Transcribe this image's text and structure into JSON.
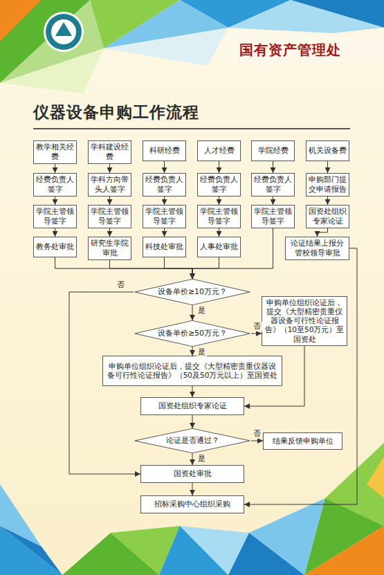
{
  "diagram": {
    "title": "仪器设备申购工作流程",
    "nodes": [
      {
        "text": [
          "教学相关经费"
        ]
      },
      {
        "text": [
          "学科建设经费"
        ]
      },
      {
        "text": [
          "科研经费"
        ]
      },
      {
        "text": [
          "人才经费"
        ]
      },
      {
        "text": [
          "学院经费"
        ]
      },
      {
        "text": [
          "机关设备费"
        ]
      },
      {
        "text": [
          "经费负责人签字"
        ]
      },
      {
        "text": [
          "学科方向带头人签字"
        ]
      },
      {
        "text": [
          "经费负责人签字"
        ]
      },
      {
        "text": [
          "经费负责人签字"
        ]
      },
      {
        "text": [
          "经费负责人签字"
        ]
      },
      {
        "text": [
          "申购部门提交申请报告"
        ]
      },
      {
        "text": [
          "学院主管领导签字"
        ]
      },
      {
        "text": [
          "学院主管领导签字"
        ]
      },
      {
        "text": [
          "学院主管领导签字"
        ]
      },
      {
        "text": [
          "学院主管领导签字"
        ]
      },
      {
        "text": [
          "学院主管领导签字"
        ]
      },
      {
        "text": [
          "国资处组织专家论证"
        ]
      },
      {
        "text": [
          "教务处审批"
        ]
      },
      {
        "text": [
          "研究生学院审批"
        ]
      },
      {
        "text": [
          "科技处审批"
        ]
      },
      {
        "text": [
          "人事处审批"
        ]
      },
      {
        "text": [
          "论证结果上报分管校领导审批"
        ]
      },
      {
        "text": [
          "设备单价≥10万元？"
        ]
      },
      {
        "text": [
          "申购单位组织论证后，提交《大型精密贵重仪器设备可行性论证报告》（10至50万元）至国资处"
        ]
      },
      {
        "text": [
          "设备单价≥50万元？"
        ]
      },
      {
        "text": [
          "申购单位组织论证后，提交《大型精密贵重仪器设备可行性论证报告》（50及50万元以上）至国资处"
        ]
      },
      {
        "text": [
          "国资处组织专家论证"
        ]
      },
      {
        "text": [
          "论证是否通过？"
        ]
      },
      {
        "text": [
          "结果反馈申购单位"
        ]
      },
      {
        "text": [
          "国资处审批"
        ]
      },
      {
        "text": [
          "招标采购中心组织采购"
        ]
      }
    ],
    "edges": [
      {
        "from": 0,
        "to": 6,
        "arrow": "to"
      },
      {
        "from": 6,
        "to": 12,
        "arrow": "to"
      },
      {
        "from": 12,
        "to": 18,
        "arrow": "to"
      },
      {
        "from": 1,
        "to": 7,
        "arrow": "to"
      },
      {
        "from": 7,
        "to": 13,
        "arrow": "to"
      },
      {
        "from": 13,
        "to": 19,
        "arrow": "to"
      },
      {
        "from": 2,
        "to": 8,
        "arrow": "to"
      },
      {
        "from": 8,
        "to": 14,
        "arrow": "to"
      },
      {
        "from": 14,
        "to": 20,
        "arrow": "to"
      },
      {
        "from": 3,
        "to": 9,
        "arrow": "to"
      },
      {
        "from": 9,
        "to": 15,
        "arrow": "to"
      },
      {
        "from": 15,
        "to": 21,
        "arrow": "to"
      },
      {
        "from": 4,
        "to": 10,
        "arrow": "to"
      },
      {
        "from": 10,
        "to": 16,
        "arrow": "to"
      },
      {
        "from": 5,
        "to": 11,
        "arrow": "to"
      },
      {
        "from": 11,
        "to": 17,
        "arrow": "to"
      },
      {
        "from": 17,
        "to": 22,
        "arrow": "to"
      },
      {
        "from": 18,
        "to": 23,
        "arrow": "to"
      },
      {
        "from": 19,
        "to": 23,
        "arrow": "to"
      },
      {
        "from": 20,
        "to": 23,
        "arrow": "to"
      },
      {
        "from": 21,
        "to": 23,
        "arrow": "to"
      },
      {
        "from": 16,
        "to": 23,
        "arrow": "to"
      },
      {
        "from": 22,
        "to": 31,
        "arrow": "to"
      },
      {
        "from": 23,
        "to": 30,
        "label": "否",
        "arrow": "to"
      },
      {
        "from": 23,
        "to": 25,
        "label": "是",
        "arrow": "to"
      },
      {
        "from": 25,
        "to": 24,
        "label": "否",
        "arrow": "to"
      },
      {
        "from": 25,
        "to": 26,
        "label": "是",
        "arrow": "to"
      },
      {
        "from": 24,
        "to": 27,
        "arrow": "to"
      },
      {
        "from": 26,
        "to": 27,
        "arrow": "to"
      },
      {
        "from": 27,
        "to": 28,
        "arrow": "to"
      },
      {
        "from": 28,
        "to": 29,
        "label": "否",
        "arrow": "to"
      },
      {
        "from": 28,
        "to": 30,
        "label": "是",
        "arrow": "to"
      },
      {
        "from": 30,
        "to": 31,
        "arrow": "to"
      }
    ],
    "labels": [
      "国有资产管理处"
    ]
  }
}
